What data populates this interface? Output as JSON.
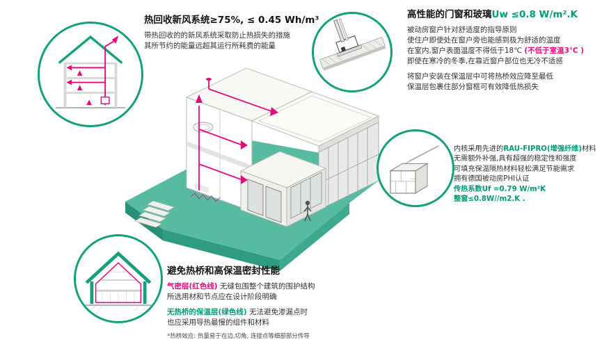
{
  "colors": {
    "teal_stroke": "#14A07C",
    "green_text": "#009B77",
    "pink": "#E5097F"
  },
  "ventilation": {
    "title": "热回收新风系统≥75%, ≤ 0.45 Wh/m³",
    "body": [
      "带热回收的的新风系统采取防止热损失的措施",
      "其所节约的能量远超其运行所耗费的能量"
    ]
  },
  "windows": {
    "title_main": "高性能的门窗和玻璃",
    "title_value": "Uw ≤0.8 W/m².K",
    "para1": [
      "被动房窗户针对舒适度的指导原则",
      "使住户即使处在窗户旁也能感到极为舒适的温度"
    ],
    "temp_line_black": "在室内,窗户表面温度不得低于18℃ ",
    "temp_line_red": "(不低于室温3℃ )",
    "para1_tail": "即使在寒冷的冬季,在靠近窗户部位也无冷不适感",
    "para2": [
      "将窗户安装在保温层中可将热桥效应降至最低",
      "保温层包裹住部分窗框可有效降低热损失"
    ]
  },
  "profile": {
    "intro_black": "内核采用先进的",
    "intro_green": "RAU-FIPRO(增强纤维)",
    "intro_tail": "材料",
    "body": [
      "无需额外补强,具有超强的稳定性和强度",
      "可填充保温隔热材料轻松满足节能需求",
      "拥有德国被动房PHI认证"
    ],
    "metrics": [
      "传热系数Uf =0.79 W/m²K",
      "整窗≤0.8W//m2.K ."
    ]
  },
  "airtight": {
    "title": "避免热桥和高保温密封性能",
    "red_label": "气密层(红色线)",
    "red_tail": " 无缝包围整个建筑的围护结构",
    "line2": "所选用材和节点应在设计阶段明确",
    "green_label": "无热桥的保温层(绿色线)",
    "green_tail": " 无法避免渗漏点时",
    "line4": "也应采用导热最慢的组件和材料",
    "footnote": "*热桥效应: 热量易于在边,切角, 连接点等细部部分传导"
  }
}
